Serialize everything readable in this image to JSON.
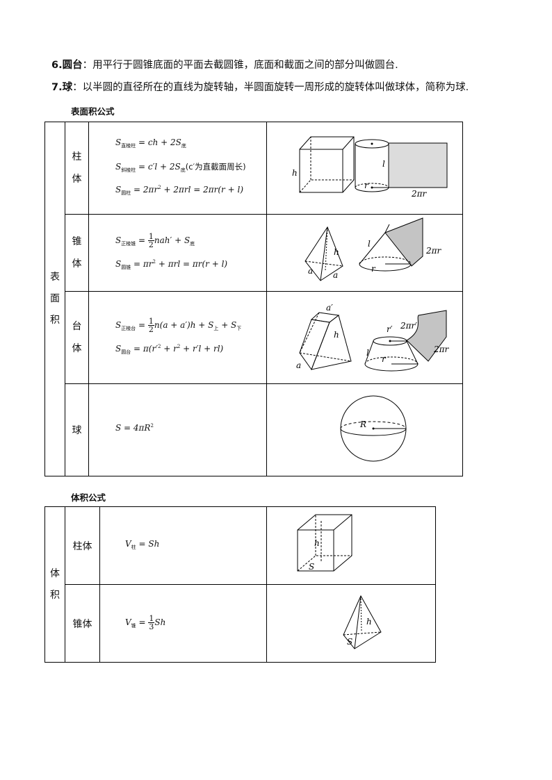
{
  "intro": {
    "item6": {
      "label": "6.圆台",
      "text": "：用平行于圆锥底面的平面去截圆锥，底面和截面之间的部分叫做圆台."
    },
    "item7": {
      "label": "7.球",
      "text": "：以半圆的直径所在的直线为旋转轴，半圆面旋转一周形成的旋转体叫做球体，简称为球."
    }
  },
  "surface": {
    "caption": "表面积公式",
    "category": [
      "表",
      "面",
      "积"
    ],
    "rows": {
      "prism": {
        "name": [
          "柱",
          "体"
        ],
        "f1": {
          "lhs": "S",
          "sub": "直棱柱",
          "rhs": " = ch + 2S",
          "rhs_sub": "底"
        },
        "f2": {
          "lhs": "S",
          "sub": "斜棱柱",
          "rhs": " = c′l + 2S",
          "rhs_sub": "底",
          "note": "(c′为直截面周长)"
        },
        "f3": {
          "lhs": "S",
          "sub": "圆柱",
          "rhs": " = 2πr",
          "sq": "2",
          "tail": " + 2πrl = 2πr(r + l)"
        },
        "fig": {
          "h": "h",
          "l": "l",
          "r": "r",
          "c": "2πr"
        }
      },
      "pyramid": {
        "name": [
          "锥",
          "体"
        ],
        "f1": {
          "lhs": "S",
          "sub": "正棱锥",
          "eq": " = ",
          "num": "1",
          "den": "2",
          "rhs": "nah′ + S",
          "rhs_sub": "底"
        },
        "f2": {
          "lhs": "S",
          "sub": "圆锥",
          "rhs": " = πr",
          "sq": "2",
          "tail": " + πrl = πr(r + l)"
        },
        "fig": {
          "h": "h",
          "a1": "a",
          "a2": "a",
          "l": "l",
          "r": "r",
          "c": "2πr"
        }
      },
      "frustum": {
        "name": [
          "台",
          "体"
        ],
        "f1": {
          "lhs": "S",
          "sub": "正棱台",
          "eq": " = ",
          "num": "1",
          "den": "2",
          "rhs": "n(a + a′)h + S",
          "s1": "上",
          "plus": " + S",
          "s2": "下"
        },
        "f2": {
          "lhs": "S",
          "sub": "圆台",
          "rhs": " = π(r′",
          "sq": "2",
          "tail": " + r",
          "sq2": "2",
          "tail2": " + r′l + rl)"
        },
        "fig": {
          "a_top": "a′",
          "h": "h",
          "a": "a",
          "r_top": "r′",
          "c_top": "2πr′",
          "l": "l",
          "r": "r",
          "c": "2πr"
        }
      },
      "sphere": {
        "name": "球",
        "f1": {
          "lhs": "S = 4πR",
          "sq": "2"
        },
        "fig": {
          "R": "R"
        }
      }
    }
  },
  "volume": {
    "caption": "体积公式",
    "category": [
      "体",
      "积"
    ],
    "rows": {
      "prism": {
        "name": "柱体",
        "f": {
          "lhs": "V",
          "sub": "柱",
          "rhs": " = Sh"
        },
        "fig": {
          "h": "h",
          "S": "S"
        }
      },
      "pyramid": {
        "name": "锥体",
        "f": {
          "lhs": "V",
          "sub": "锥",
          "eq": " = ",
          "num": "1",
          "den": "3",
          "rhs": "Sh"
        },
        "fig": {
          "h": "h",
          "S": "S"
        }
      }
    }
  }
}
